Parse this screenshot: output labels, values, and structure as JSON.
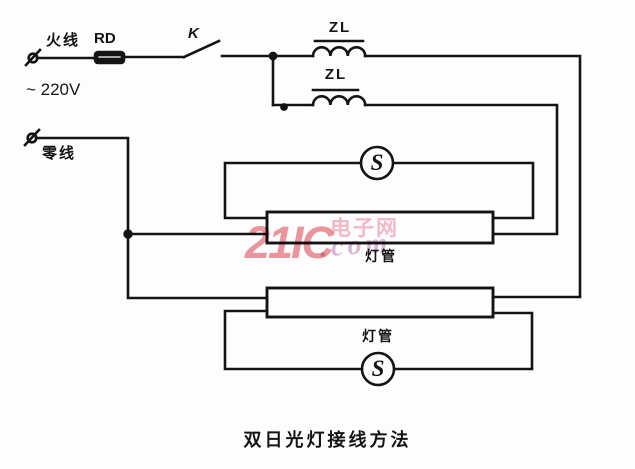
{
  "diagram": {
    "caption": "双日光灯接线方法",
    "labels": {
      "live_wire": "火线",
      "fuse": "RD",
      "switch": "K",
      "voltage": "~ 220V",
      "neutral_wire": "零线",
      "ballast_top": "ZL",
      "ballast_bottom": "ZL",
      "starter_top": "S",
      "starter_bottom": "S",
      "lamp_top": "灯管",
      "lamp_bottom": "灯管"
    },
    "watermark": {
      "brand": "21IC",
      "site_cn": "电子网",
      "domain": ".com"
    },
    "colors": {
      "line": "#141414",
      "background": "#fdfdfd",
      "watermark_primary": "#ea8a92",
      "watermark_secondary": "#f2b4c2",
      "watermark_domain": "#d9b0d0"
    }
  }
}
